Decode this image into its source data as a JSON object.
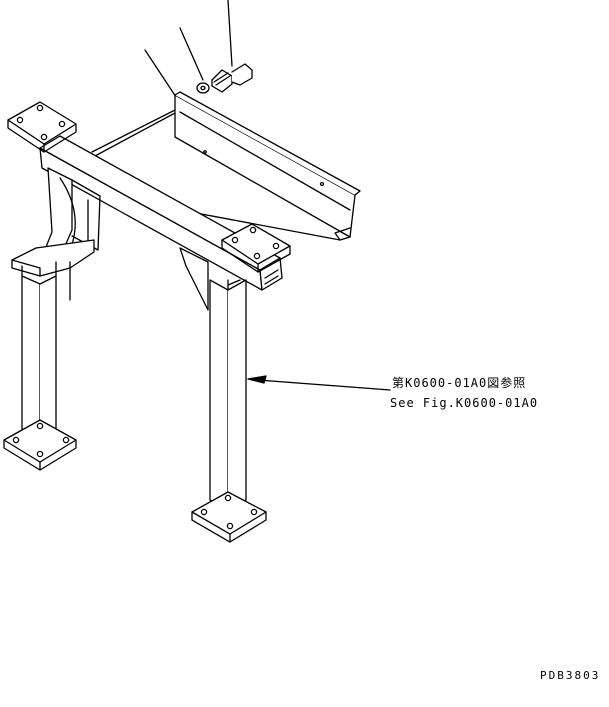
{
  "callout": {
    "reference_jp": "第K0600-01A0図参照",
    "reference_en": "See Fig.K0600-01A0"
  },
  "drawing_id": "PDB3803",
  "colors": {
    "line": "#000000",
    "background": "#ffffff"
  }
}
